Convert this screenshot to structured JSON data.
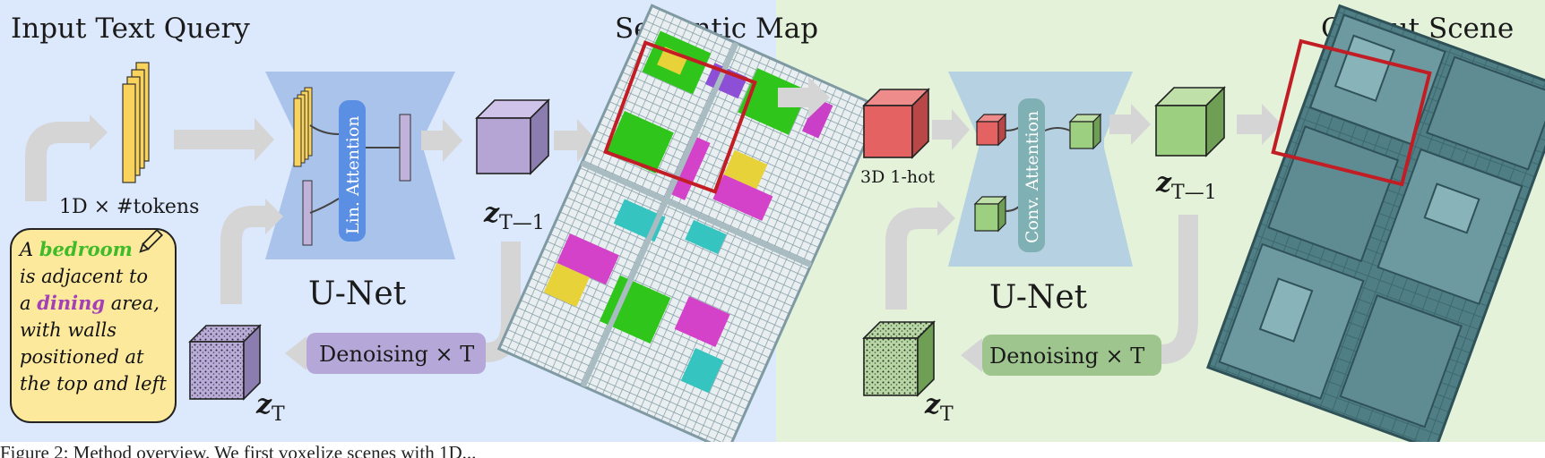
{
  "panels": {
    "left_title": "Input Text Query",
    "middle_title": "Semantic Map",
    "right_title": "Output Scene"
  },
  "left": {
    "tokens_label": "1D × #tokens",
    "attention_label": "Lin. Attention",
    "unet_label": "U-Net",
    "latent_label": "z",
    "latent_sub": "T—1",
    "denoise_label": "Denoising × T",
    "noise_label": "z",
    "noise_sub": "T"
  },
  "query": {
    "line1_a": "A ",
    "line1_room": "bedroom",
    "line2": "is adjacent to",
    "line3_a": "a ",
    "line3_room": "dining",
    "line3_b": " area,",
    "line4": "with walls",
    "line5": "positioned at",
    "line6": "the top and left"
  },
  "right": {
    "onehot_label": "3D 1-hot",
    "attention_label": "Conv. Attention",
    "unet_label": "U-Net",
    "latent_label": "z",
    "latent_sub": "T—1",
    "denoise_label": "Denoising × T",
    "noise_label": "z",
    "noise_sub": "T"
  },
  "caption": "Figure 2: Method overview. We first voxelize scenes with 1D..."
}
